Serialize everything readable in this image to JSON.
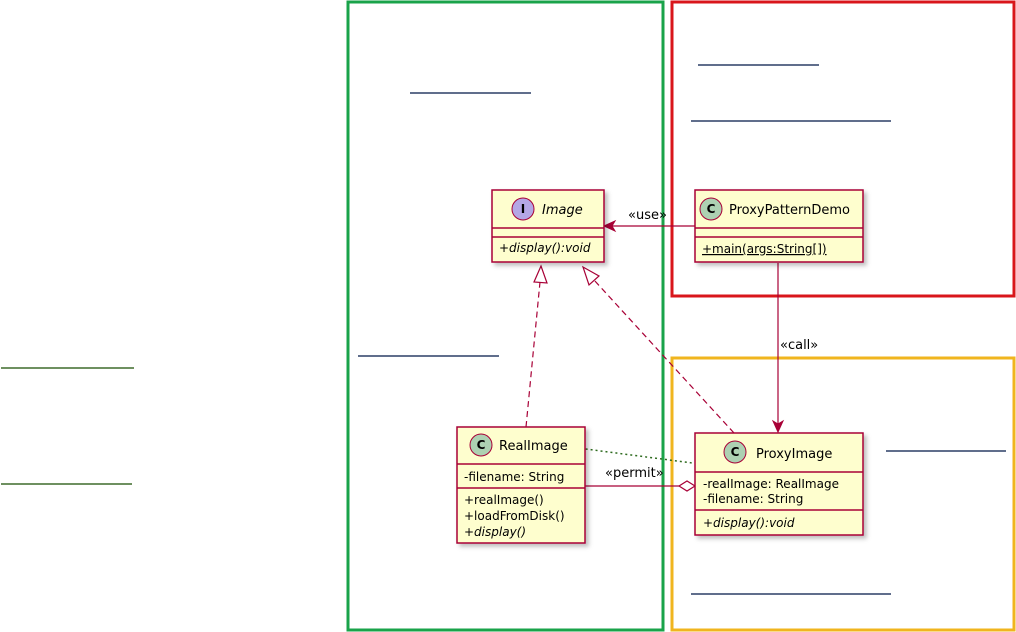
{
  "colors": {
    "class_fill": "#FEFECE",
    "class_border": "#A80036",
    "class_badge": "#ADD1B2",
    "interface_badge": "#B4A7E5",
    "arrow": "#A80036",
    "dotted_arrow": "#2E6B1F",
    "green_frame": "#1AA34A",
    "red_frame": "#D9161B",
    "yellow_frame": "#F0B51E",
    "link_line_blue": "#2B3F67",
    "link_line_green": "#3F6B2B"
  },
  "classes": {
    "image": {
      "badge": "I",
      "name": "Image",
      "methods": [
        "+display():void"
      ]
    },
    "proxy_pattern_demo": {
      "badge": "C",
      "name": "ProxyPatternDemo",
      "methods": [
        "+main(args:String[])"
      ]
    },
    "real_image": {
      "badge": "C",
      "name": "RealImage",
      "fields": [
        "-filename: String"
      ],
      "methods": [
        "+realImage()",
        "+loadFromDisk()",
        "+display()"
      ]
    },
    "proxy_image": {
      "badge": "C",
      "name": "ProxyImage",
      "fields": [
        "-realImage: RealImage",
        "-filename: String"
      ],
      "methods": [
        "+display():void"
      ]
    }
  },
  "relations": {
    "use": "«use»",
    "call": "«call»",
    "permit": "«permit»"
  }
}
